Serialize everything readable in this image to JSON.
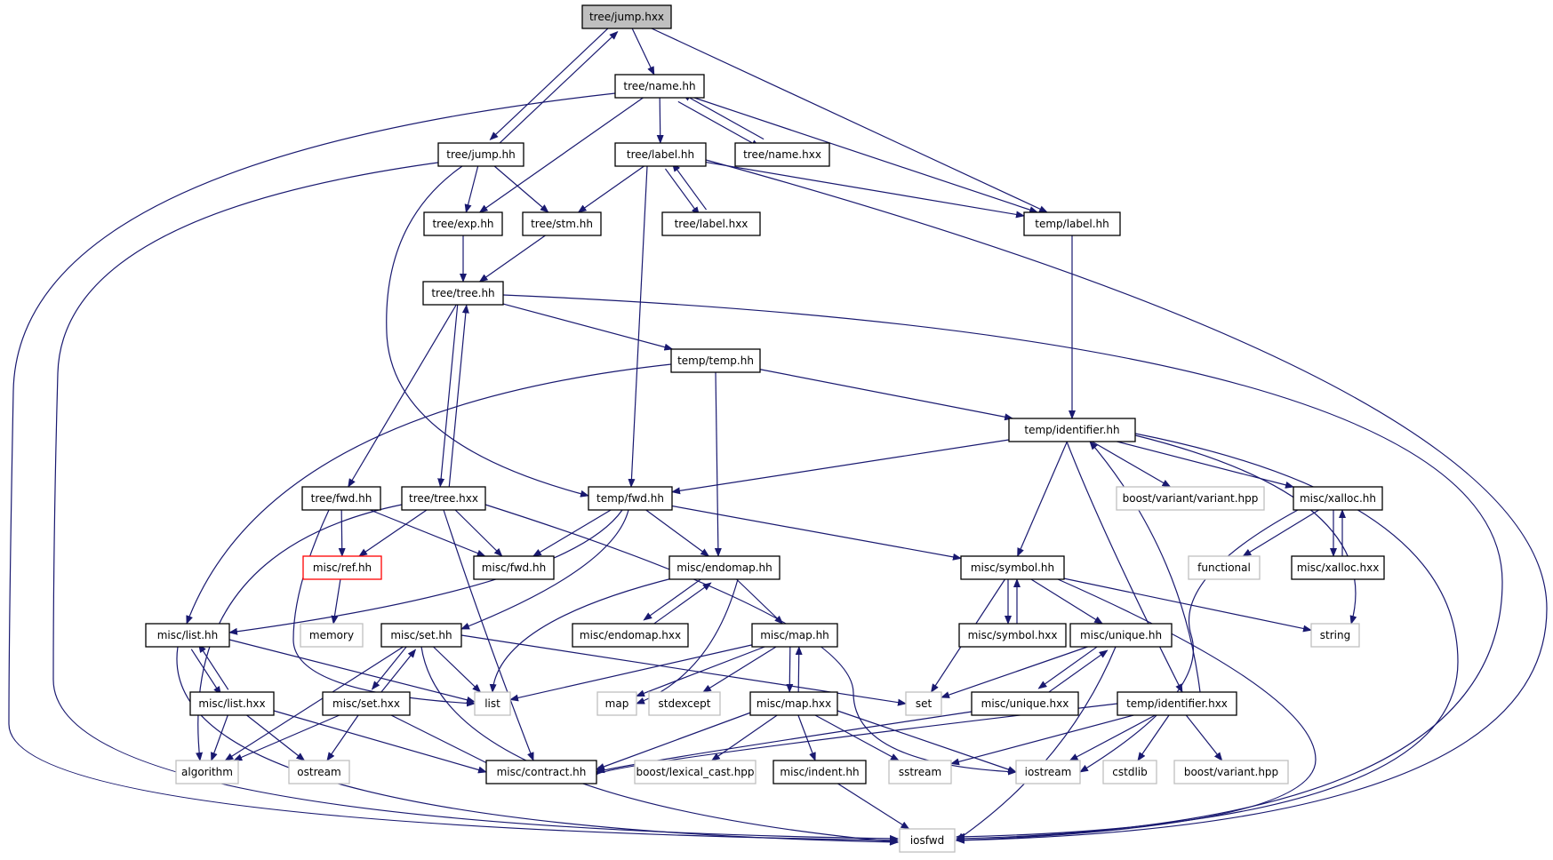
{
  "colors": {
    "edge": "#191970",
    "node_border": "#000000",
    "system_border": "#bfbfbf",
    "system_text": "#404040",
    "highlight_border": "#ff0000",
    "root_fill": "#bfbfbf",
    "node_fill": "#ffffff"
  },
  "nodes": [
    {
      "id": "tree_jump_hxx",
      "label": "tree/jump.hxx",
      "kind": "root"
    },
    {
      "id": "tree_name_hh",
      "label": "tree/name.hh",
      "kind": "local"
    },
    {
      "id": "tree_jump_hh",
      "label": "tree/jump.hh",
      "kind": "local"
    },
    {
      "id": "tree_label_hh",
      "label": "tree/label.hh",
      "kind": "local"
    },
    {
      "id": "tree_name_hxx",
      "label": "tree/name.hxx",
      "kind": "local"
    },
    {
      "id": "tree_exp_hh",
      "label": "tree/exp.hh",
      "kind": "local"
    },
    {
      "id": "tree_stm_hh",
      "label": "tree/stm.hh",
      "kind": "local"
    },
    {
      "id": "tree_label_hxx",
      "label": "tree/label.hxx",
      "kind": "local"
    },
    {
      "id": "temp_label_hh",
      "label": "temp/label.hh",
      "kind": "local"
    },
    {
      "id": "tree_tree_hh",
      "label": "tree/tree.hh",
      "kind": "local"
    },
    {
      "id": "temp_temp_hh",
      "label": "temp/temp.hh",
      "kind": "local"
    },
    {
      "id": "temp_identifier_hh",
      "label": "temp/identifier.hh",
      "kind": "local"
    },
    {
      "id": "tree_fwd_hh",
      "label": "tree/fwd.hh",
      "kind": "local"
    },
    {
      "id": "tree_tree_hxx",
      "label": "tree/tree.hxx",
      "kind": "local"
    },
    {
      "id": "temp_fwd_hh",
      "label": "temp/fwd.hh",
      "kind": "local"
    },
    {
      "id": "boost_variant_variant_hpp",
      "label": "boost/variant/variant.hpp",
      "kind": "system"
    },
    {
      "id": "misc_xalloc_hh",
      "label": "misc/xalloc.hh",
      "kind": "local"
    },
    {
      "id": "misc_ref_hh",
      "label": "misc/ref.hh",
      "kind": "highlight"
    },
    {
      "id": "misc_fwd_hh",
      "label": "misc/fwd.hh",
      "kind": "local"
    },
    {
      "id": "misc_endomap_hh",
      "label": "misc/endomap.hh",
      "kind": "local"
    },
    {
      "id": "misc_symbol_hh",
      "label": "misc/symbol.hh",
      "kind": "local"
    },
    {
      "id": "functional",
      "label": "functional",
      "kind": "system"
    },
    {
      "id": "misc_xalloc_hxx",
      "label": "misc/xalloc.hxx",
      "kind": "local"
    },
    {
      "id": "memory",
      "label": "memory",
      "kind": "system"
    },
    {
      "id": "misc_list_hh",
      "label": "misc/list.hh",
      "kind": "local"
    },
    {
      "id": "misc_set_hh",
      "label": "misc/set.hh",
      "kind": "local"
    },
    {
      "id": "misc_endomap_hxx",
      "label": "misc/endomap.hxx",
      "kind": "local"
    },
    {
      "id": "misc_map_hh",
      "label": "misc/map.hh",
      "kind": "local"
    },
    {
      "id": "misc_symbol_hxx",
      "label": "misc/symbol.hxx",
      "kind": "local"
    },
    {
      "id": "misc_unique_hh",
      "label": "misc/unique.hh",
      "kind": "local"
    },
    {
      "id": "string",
      "label": "string",
      "kind": "system"
    },
    {
      "id": "misc_list_hxx",
      "label": "misc/list.hxx",
      "kind": "local"
    },
    {
      "id": "misc_set_hxx",
      "label": "misc/set.hxx",
      "kind": "local"
    },
    {
      "id": "list",
      "label": "list",
      "kind": "system"
    },
    {
      "id": "map",
      "label": "map",
      "kind": "system"
    },
    {
      "id": "stdexcept",
      "label": "stdexcept",
      "kind": "system"
    },
    {
      "id": "misc_map_hxx",
      "label": "misc/map.hxx",
      "kind": "local"
    },
    {
      "id": "set",
      "label": "set",
      "kind": "system"
    },
    {
      "id": "misc_unique_hxx",
      "label": "misc/unique.hxx",
      "kind": "local"
    },
    {
      "id": "temp_identifier_hxx",
      "label": "temp/identifier.hxx",
      "kind": "local"
    },
    {
      "id": "algorithm",
      "label": "algorithm",
      "kind": "system"
    },
    {
      "id": "ostream",
      "label": "ostream",
      "kind": "system"
    },
    {
      "id": "misc_contract_hh",
      "label": "misc/contract.hh",
      "kind": "local"
    },
    {
      "id": "boost_lexical_cast_hpp",
      "label": "boost/lexical_cast.hpp",
      "kind": "system"
    },
    {
      "id": "misc_indent_hh",
      "label": "misc/indent.hh",
      "kind": "local"
    },
    {
      "id": "sstream",
      "label": "sstream",
      "kind": "system"
    },
    {
      "id": "iostream",
      "label": "iostream",
      "kind": "system"
    },
    {
      "id": "cstdlib",
      "label": "cstdlib",
      "kind": "system"
    },
    {
      "id": "boost_variant_hpp",
      "label": "boost/variant.hpp",
      "kind": "system"
    },
    {
      "id": "iosfwd",
      "label": "iosfwd",
      "kind": "system"
    }
  ],
  "edges": [
    [
      "tree_jump_hxx",
      "tree_name_hh"
    ],
    [
      "tree_jump_hxx",
      "tree_jump_hh"
    ],
    [
      "tree_jump_hxx",
      "temp_label_hh"
    ],
    [
      "tree_name_hh",
      "iosfwd"
    ],
    [
      "tree_name_hh",
      "tree_exp_hh"
    ],
    [
      "tree_name_hh",
      "tree_label_hh"
    ],
    [
      "tree_name_hh",
      "tree_name_hxx"
    ],
    [
      "tree_name_hh",
      "temp_label_hh"
    ],
    [
      "tree_name_hxx",
      "tree_name_hh"
    ],
    [
      "tree_jump_hh",
      "tree_jump_hxx"
    ],
    [
      "tree_jump_hh",
      "iosfwd"
    ],
    [
      "tree_jump_hh",
      "tree_exp_hh"
    ],
    [
      "tree_jump_hh",
      "tree_stm_hh"
    ],
    [
      "tree_jump_hh",
      "temp_fwd_hh"
    ],
    [
      "tree_label_hh",
      "tree_stm_hh"
    ],
    [
      "tree_label_hh",
      "tree_label_hxx"
    ],
    [
      "tree_label_hh",
      "temp_label_hh"
    ],
    [
      "tree_label_hh",
      "temp_fwd_hh"
    ],
    [
      "tree_label_hh",
      "iosfwd"
    ],
    [
      "tree_label_hxx",
      "tree_label_hh"
    ],
    [
      "tree_exp_hh",
      "tree_tree_hh"
    ],
    [
      "tree_stm_hh",
      "tree_tree_hh"
    ],
    [
      "temp_label_hh",
      "temp_identifier_hh"
    ],
    [
      "tree_tree_hh",
      "tree_fwd_hh"
    ],
    [
      "tree_tree_hh",
      "tree_tree_hxx"
    ],
    [
      "tree_tree_hh",
      "temp_temp_hh"
    ],
    [
      "tree_tree_hh",
      "iosfwd"
    ],
    [
      "tree_tree_hxx",
      "tree_tree_hh"
    ],
    [
      "tree_tree_hxx",
      "algorithm"
    ],
    [
      "tree_tree_hxx",
      "misc_ref_hh"
    ],
    [
      "tree_tree_hxx",
      "misc_fwd_hh"
    ],
    [
      "tree_tree_hxx",
      "misc_contract_hh"
    ],
    [
      "tree_tree_hxx",
      "iostream"
    ],
    [
      "tree_fwd_hh",
      "misc_ref_hh"
    ],
    [
      "tree_fwd_hh",
      "misc_fwd_hh"
    ],
    [
      "tree_fwd_hh",
      "list"
    ],
    [
      "misc_ref_hh",
      "memory"
    ],
    [
      "temp_temp_hh",
      "temp_identifier_hh"
    ],
    [
      "temp_temp_hh",
      "misc_endomap_hh"
    ],
    [
      "temp_temp_hh",
      "misc_list_hh"
    ],
    [
      "temp_identifier_hh",
      "temp_fwd_hh"
    ],
    [
      "temp_identifier_hh",
      "boost_variant_variant_hpp"
    ],
    [
      "temp_identifier_hh",
      "misc_xalloc_hh"
    ],
    [
      "temp_identifier_hh",
      "misc_symbol_hh"
    ],
    [
      "temp_identifier_hh",
      "temp_identifier_hxx"
    ],
    [
      "temp_identifier_hh",
      "string"
    ],
    [
      "temp_identifier_hh",
      "iosfwd"
    ],
    [
      "temp_identifier_hxx",
      "temp_identifier_hh"
    ],
    [
      "temp_fwd_hh",
      "misc_fwd_hh"
    ],
    [
      "temp_fwd_hh",
      "misc_endomap_hh"
    ],
    [
      "temp_fwd_hh",
      "misc_symbol_hh"
    ],
    [
      "temp_fwd_hh",
      "misc_list_hh"
    ],
    [
      "temp_fwd_hh",
      "misc_set_hh"
    ],
    [
      "misc_xalloc_hh",
      "functional"
    ],
    [
      "misc_xalloc_hh",
      "misc_xalloc_hxx"
    ],
    [
      "misc_xalloc_hh",
      "iostream"
    ],
    [
      "misc_xalloc_hxx",
      "misc_xalloc_hh"
    ],
    [
      "misc_endomap_hh",
      "misc_endomap_hxx"
    ],
    [
      "misc_endomap_hh",
      "misc_map_hh"
    ],
    [
      "misc_endomap_hh",
      "list"
    ],
    [
      "misc_endomap_hh",
      "map"
    ],
    [
      "misc_endomap_hxx",
      "misc_endomap_hh"
    ],
    [
      "misc_symbol_hh",
      "misc_symbol_hxx"
    ],
    [
      "misc_symbol_hh",
      "misc_unique_hh"
    ],
    [
      "misc_symbol_hh",
      "set"
    ],
    [
      "misc_symbol_hh",
      "string"
    ],
    [
      "misc_symbol_hh",
      "iosfwd"
    ],
    [
      "misc_symbol_hxx",
      "misc_symbol_hh"
    ],
    [
      "misc_unique_hh",
      "misc_unique_hxx"
    ],
    [
      "misc_unique_hh",
      "set"
    ],
    [
      "misc_unique_hh",
      "iosfwd"
    ],
    [
      "misc_unique_hxx",
      "misc_unique_hh"
    ],
    [
      "misc_unique_hxx",
      "misc_contract_hh"
    ],
    [
      "misc_list_hh",
      "misc_list_hxx"
    ],
    [
      "misc_list_hh",
      "list"
    ],
    [
      "misc_list_hh",
      "iosfwd"
    ],
    [
      "misc_list_hxx",
      "misc_list_hh"
    ],
    [
      "misc_list_hxx",
      "algorithm"
    ],
    [
      "misc_list_hxx",
      "ostream"
    ],
    [
      "misc_list_hxx",
      "misc_contract_hh"
    ],
    [
      "misc_set_hh",
      "misc_set_hxx"
    ],
    [
      "misc_set_hh",
      "list"
    ],
    [
      "misc_set_hh",
      "set"
    ],
    [
      "misc_set_hh",
      "algorithm"
    ],
    [
      "misc_set_hh",
      "iosfwd"
    ],
    [
      "misc_set_hxx",
      "misc_set_hh"
    ],
    [
      "misc_set_hxx",
      "algorithm"
    ],
    [
      "misc_set_hxx",
      "ostream"
    ],
    [
      "misc_set_hxx",
      "misc_contract_hh"
    ],
    [
      "misc_map_hh",
      "misc_map_hxx"
    ],
    [
      "misc_map_hh",
      "list"
    ],
    [
      "misc_map_hh",
      "map"
    ],
    [
      "misc_map_hh",
      "stdexcept"
    ],
    [
      "misc_map_hxx",
      "misc_map_hh"
    ],
    [
      "misc_map_hxx",
      "misc_contract_hh"
    ],
    [
      "misc_map_hxx",
      "boost_lexical_cast_hpp"
    ],
    [
      "misc_map_hxx",
      "misc_indent_hh"
    ],
    [
      "misc_map_hxx",
      "sstream"
    ],
    [
      "misc_map_hxx",
      "iostream"
    ],
    [
      "misc_indent_hh",
      "iosfwd"
    ],
    [
      "temp_identifier_hxx",
      "misc_contract_hh"
    ],
    [
      "temp_identifier_hxx",
      "sstream"
    ],
    [
      "temp_identifier_hxx",
      "iostream"
    ],
    [
      "temp_identifier_hxx",
      "cstdlib"
    ],
    [
      "temp_identifier_hxx",
      "boost_variant_hpp"
    ]
  ]
}
